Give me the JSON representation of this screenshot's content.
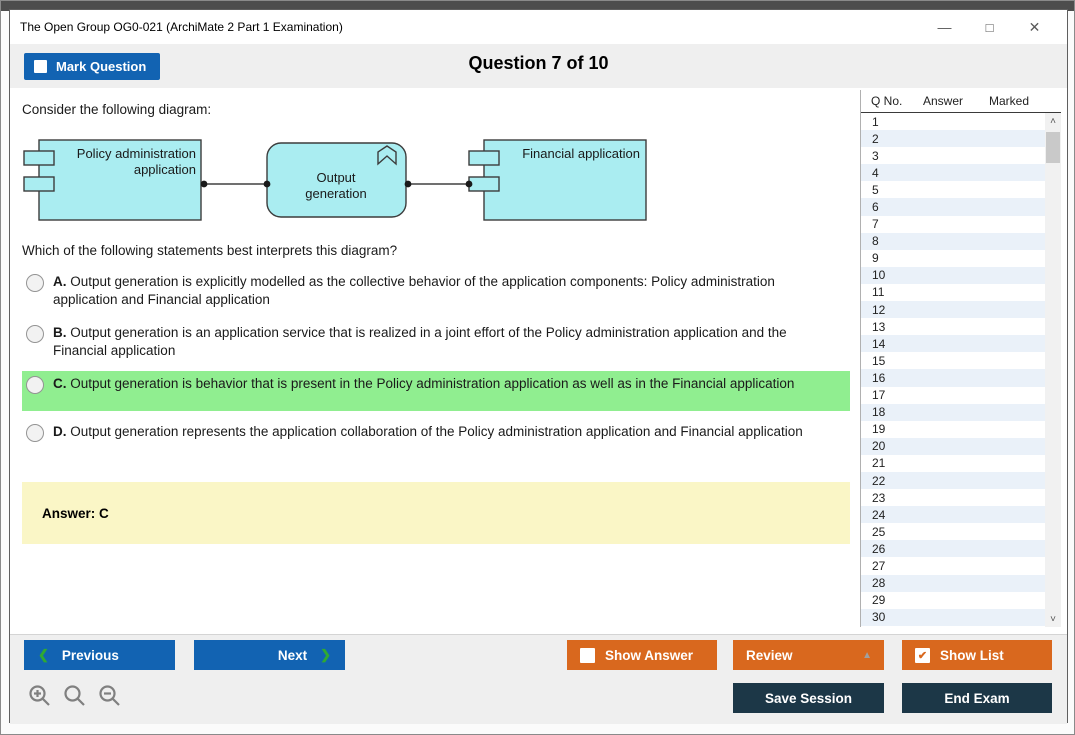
{
  "window": {
    "title": "The Open Group OG0-021 (ArchiMate 2 Part 1 Examination)",
    "controls": {
      "minimize": "—",
      "maximize": "□",
      "close": "✕"
    }
  },
  "header": {
    "mark_question_label": "Mark Question",
    "question_counter": "Question 7 of 10"
  },
  "question": {
    "intro": "Consider the following diagram:",
    "prompt": "Which of the following statements best interprets this diagram?",
    "options": [
      {
        "letter": "A.",
        "text": "Output generation is explicitly modelled as the collective behavior of the application components: Policy administration application and Financial application",
        "highlighted": false
      },
      {
        "letter": "B.",
        "text": "Output generation is an application service that is realized in a joint effort of the Policy administration application and the Financial application",
        "highlighted": false
      },
      {
        "letter": "C.",
        "text": "Output generation is behavior that is present in the Policy administration application as well as in the Financial application",
        "highlighted": true
      },
      {
        "letter": "D.",
        "text": "Output generation represents the application collaboration of the Policy administration application and Financial application",
        "highlighted": false
      }
    ],
    "answer": "Answer: C"
  },
  "diagram": {
    "left_component": {
      "line1": "Policy administration",
      "line2": "application"
    },
    "function_element": {
      "line1": "Output",
      "line2": "generation"
    },
    "right_component": {
      "label": "Financial application"
    },
    "fill": "#aaedf1"
  },
  "sidebar": {
    "columns": [
      "Q No.",
      "Answer",
      "Marked"
    ],
    "rows": [
      1,
      2,
      3,
      4,
      5,
      6,
      7,
      8,
      9,
      10,
      11,
      12,
      13,
      14,
      15,
      16,
      17,
      18,
      19,
      20,
      21,
      22,
      23,
      24,
      25,
      26,
      27,
      28,
      29,
      30
    ]
  },
  "footer": {
    "previous_label": "Previous",
    "next_label": "Next",
    "show_answer_label": "Show Answer",
    "review_label": "Review",
    "show_list_label": "Show List",
    "save_session_label": "Save Session",
    "end_exam_label": "End Exam"
  },
  "icons": {
    "chevron_left": "❮",
    "chevron_right": "❯",
    "check": "✔",
    "dropdown_up_triangle": "▲",
    "scroll_up": "˄",
    "scroll_down": "˅"
  },
  "colors": {
    "accent_blue": "#1263b2",
    "accent_orange": "#d9681e",
    "accent_navy": "#1c3747",
    "highlight_green": "#90ee90",
    "answer_yellow": "#faf6c6",
    "diagram_cyan": "#aaedf1",
    "chevron_green": "#2fa933"
  }
}
